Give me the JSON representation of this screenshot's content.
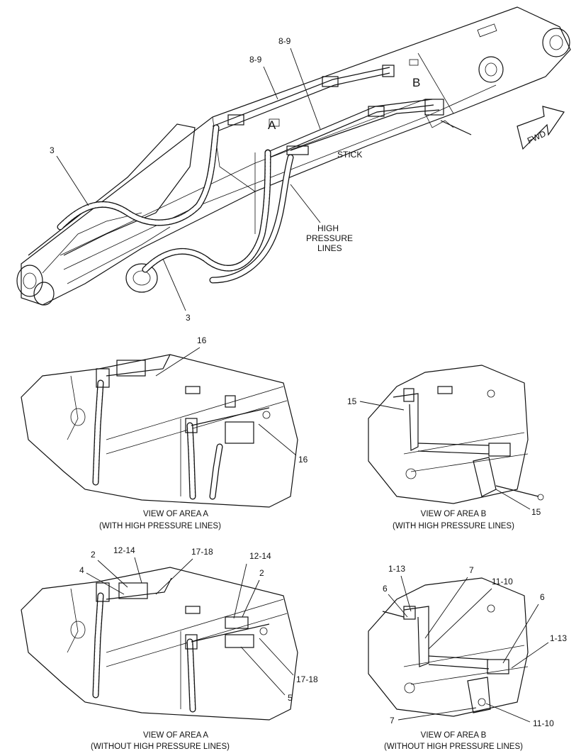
{
  "main": {
    "area_a": "A",
    "area_b": "B",
    "fwd": "FWD",
    "stick": "STICK",
    "hp_line1": "HIGH",
    "hp_line2": "PRESSURE",
    "hp_line3": "LINES",
    "callouts": {
      "c89_left": "8-9",
      "c89_right": "8-9",
      "c3_top": "3",
      "c3_bottom": "3"
    }
  },
  "views": {
    "a_with": {
      "caption_1": "VIEW OF AREA A",
      "caption_2": "(WITH HIGH PRESSURE LINES)",
      "c16_top": "16",
      "c16_bottom": "16"
    },
    "b_with": {
      "caption_1": "VIEW OF AREA B",
      "caption_2": "(WITH HIGH PRESSURE LINES)",
      "c15_top": "15",
      "c15_bottom": "15"
    },
    "a_without": {
      "caption_1": "VIEW OF AREA A",
      "caption_2": "(WITHOUT HIGH PRESSURE LINES)",
      "c2_left": "2",
      "c12_14_left": "12-14",
      "c17_18_top": "17-18",
      "c4": "4",
      "c12_14_right": "12-14",
      "c2_right": "2",
      "c17_18_bottom": "17-18",
      "c5": "5"
    },
    "b_without": {
      "caption_1": "VIEW OF AREA B",
      "caption_2": "(WITHOUT HIGH PRESSURE LINES)",
      "c1_13_left": "1-13",
      "c6_left": "6",
      "c7_top": "7",
      "c11_10_top": "11-10",
      "c6_right": "6",
      "c1_13_right": "1-13",
      "c7_bottom": "7",
      "c11_10_bottom": "11-10"
    }
  }
}
